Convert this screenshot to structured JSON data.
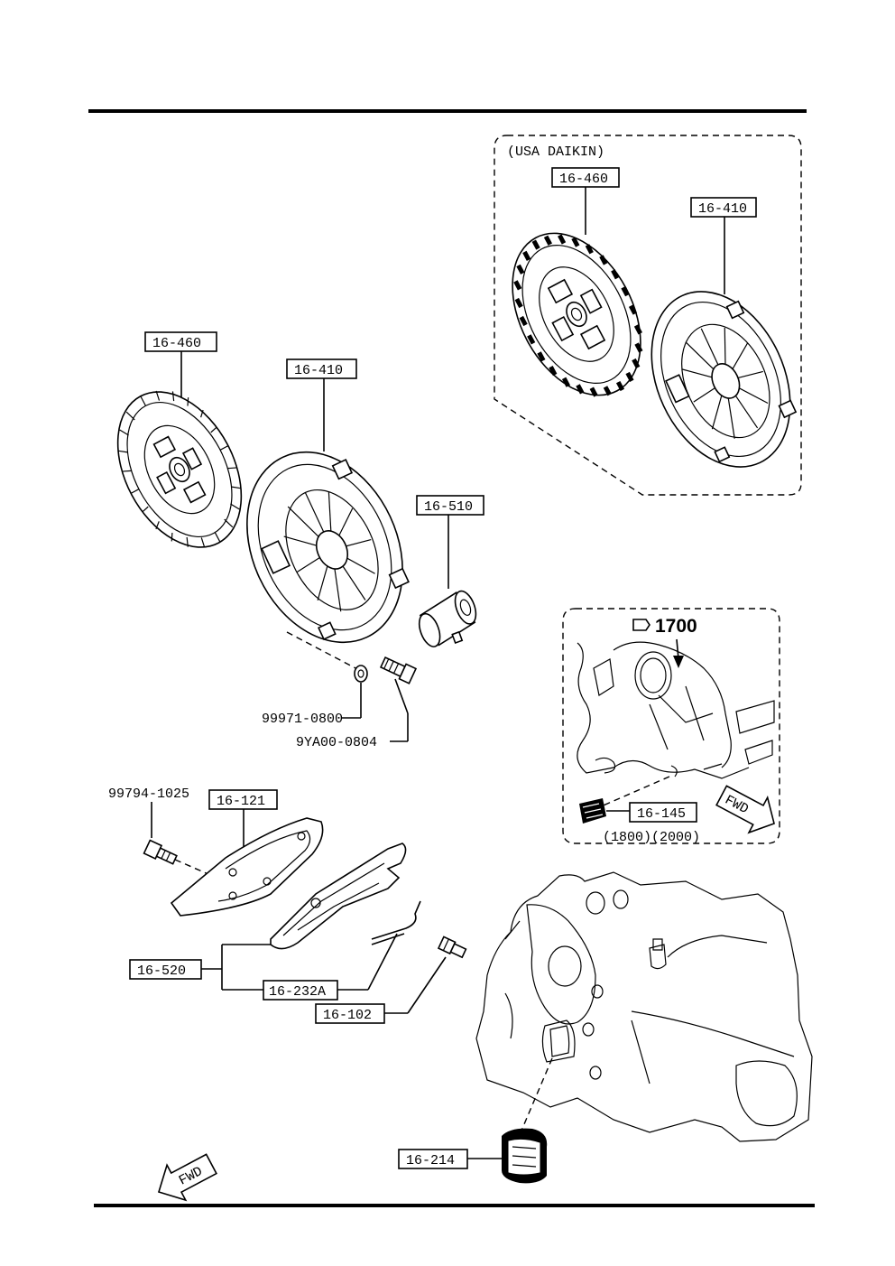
{
  "callouts": {
    "p16_460_main": "16-460",
    "p16_410_main": "16-410",
    "p16_510": "16-510",
    "p16_460_daikin": "16-460",
    "p16_410_daikin": "16-410",
    "p16_121": "16-121",
    "p16_520": "16-520",
    "p16_232A": "16-232A",
    "p16_102": "16-102",
    "p16_145": "16-145",
    "p16_214": "16-214"
  },
  "part_numbers": {
    "washer": "99971-0800",
    "bolt": "9YA00-0804",
    "bolt_cover": "99794-1025"
  },
  "inset_daikin": {
    "title": "(USA DAIKIN)"
  },
  "inset_engine": {
    "ref": "1700",
    "engines": "(1800)(2000)",
    "fwd": "FWD"
  },
  "fwd_main": "FWD"
}
